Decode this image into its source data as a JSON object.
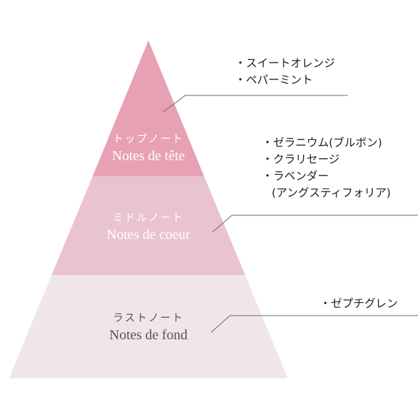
{
  "colors": {
    "top": "#e8a0b4",
    "middle": "#e9c4cf",
    "base": "#f0e6ea",
    "label_light": "#ffffff",
    "label_dark": "#555555",
    "leader": "#666666"
  },
  "tiers": [
    {
      "jp": "トップノート",
      "fr": "Notes de tête",
      "notes": [
        "・スイートオレンジ",
        "・ペパーミント"
      ]
    },
    {
      "jp": "ミドルノート",
      "fr": "Notes de coeur",
      "notes": [
        "・ゼラニウム(ブルボン)",
        "・クラリセージ",
        "・ラベンダー",
        "(アングスティフォリア)"
      ]
    },
    {
      "jp": "ラストノート",
      "fr": "Notes de fond",
      "notes": [
        "・ゼプチグレン"
      ]
    }
  ]
}
